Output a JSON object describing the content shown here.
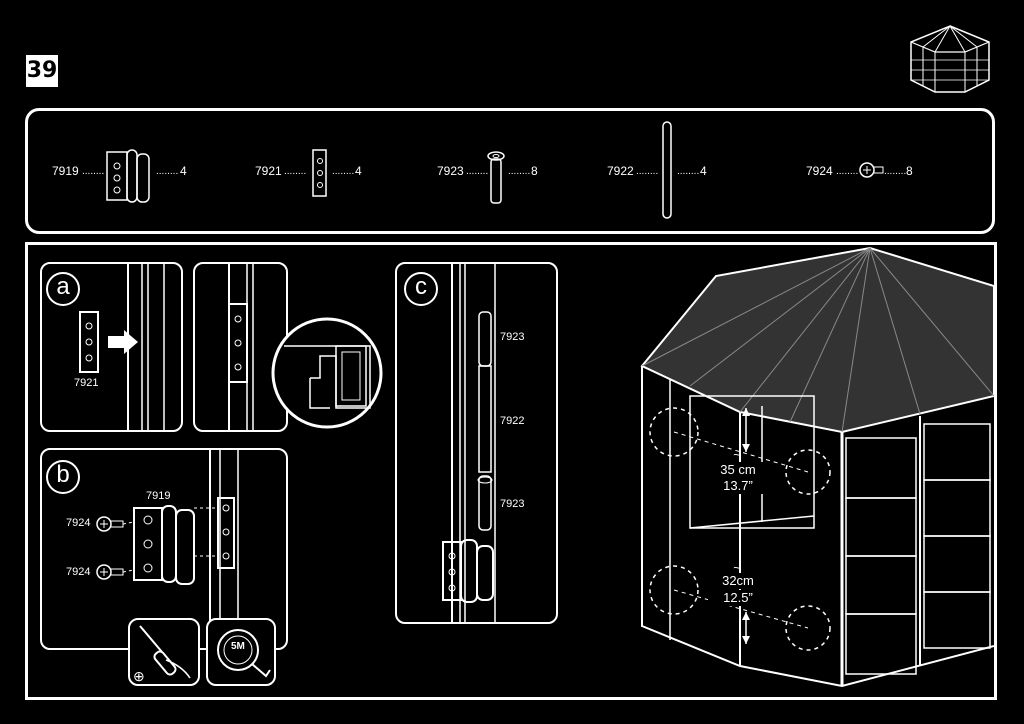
{
  "step": {
    "number": "39"
  },
  "parts": [
    {
      "code": "7919",
      "dots": "........",
      "qty": "4",
      "icon": "hinge-icon"
    },
    {
      "code": "7921",
      "dots": "........",
      "qty": "4",
      "icon": "plate-icon"
    },
    {
      "code": "7923",
      "dots": "........",
      "qty": "8",
      "icon": "pin-icon"
    },
    {
      "code": "7922",
      "dots": "........",
      "qty": "4",
      "icon": "rod-icon"
    },
    {
      "code": "7924",
      "dots": "........",
      "qty": "8",
      "icon": "screw-icon"
    }
  ],
  "panel_a": {
    "letter": "a",
    "part": "7921"
  },
  "panel_b": {
    "letter": "b",
    "hinge": "7919",
    "screw_top": "7924",
    "screw_bottom": "7924"
  },
  "panel_c": {
    "letter": "c",
    "label_top": "7923",
    "label_mid": "7922",
    "label_bottom": "7923"
  },
  "tools": {
    "screwdriver": "screwdriver-icon",
    "tape": "tape-measure-icon",
    "tape_text": "5M",
    "plus": "⊕"
  },
  "dimensions": {
    "upper_tilde": "~",
    "upper_cm": "35 cm",
    "upper_in": "13.7”",
    "lower_tilde": "~",
    "lower_cm": "32cm",
    "lower_in": "12.5”"
  }
}
